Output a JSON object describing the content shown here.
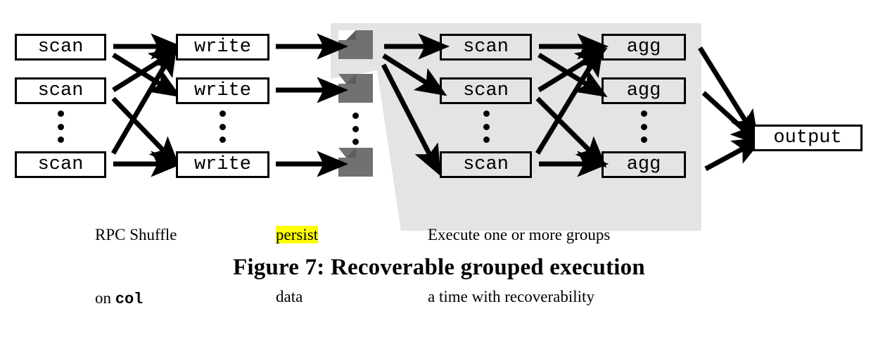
{
  "figure": {
    "caption": "Figure 7: Recoverable grouped execution",
    "colors": {
      "shade_region": "#e4e4e4",
      "doc_icon": "#717171",
      "doc_icon_fold": "#5d5d5d",
      "stroke": "#000000",
      "highlight": "#ffff00",
      "page": "#ffffff"
    }
  },
  "stages": {
    "scan_left": {
      "name": "scan-stage-left",
      "nodes": [
        {
          "label": "scan"
        },
        {
          "label": "scan"
        },
        {
          "label": "scan"
        }
      ],
      "ellipsis": "vertical-dots"
    },
    "write": {
      "name": "write-stage",
      "nodes": [
        {
          "label": "write"
        },
        {
          "label": "write"
        },
        {
          "label": "write"
        }
      ],
      "ellipsis": "vertical-dots"
    },
    "persist": {
      "name": "persisted-data-files",
      "icons": [
        {
          "icon": "document-icon"
        },
        {
          "icon": "document-icon"
        },
        {
          "icon": "document-icon"
        }
      ],
      "ellipsis": "vertical-dots"
    },
    "scan_right": {
      "name": "scan-stage-right",
      "nodes": [
        {
          "label": "scan"
        },
        {
          "label": "scan"
        },
        {
          "label": "scan"
        }
      ],
      "ellipsis": "vertical-dots"
    },
    "agg": {
      "name": "agg-stage",
      "nodes": [
        {
          "label": "agg"
        },
        {
          "label": "agg"
        },
        {
          "label": "agg"
        }
      ],
      "ellipsis": "vertical-dots"
    },
    "output": {
      "name": "output-node",
      "label": "output"
    }
  },
  "annotations": {
    "shuffle": {
      "line1": "RPC Shuffle",
      "line2_prefix": "on ",
      "line2_mono": "col"
    },
    "persist": {
      "line1_highlighted": "persist",
      "line2": "data"
    },
    "group": {
      "line1": "Execute one or more groups",
      "line2": "a time with recoverability"
    }
  }
}
